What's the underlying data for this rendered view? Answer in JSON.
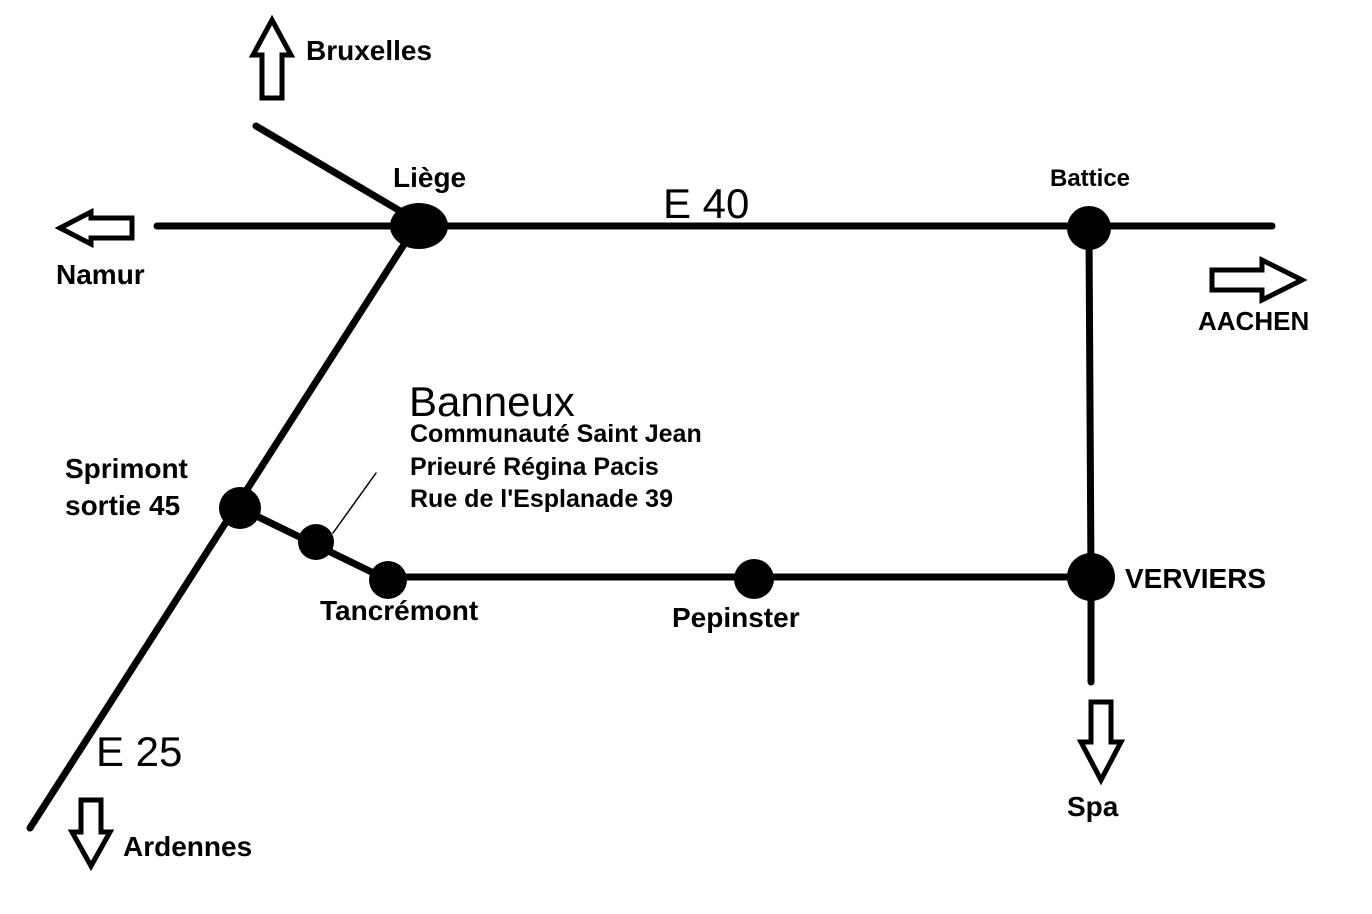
{
  "places": {
    "bruxelles": "Bruxelles",
    "liege": "Liège",
    "battice": "Battice",
    "namur": "Namur",
    "aachen": "AACHEN",
    "sprimont_line1": "Sprimont",
    "sprimont_line2": "sortie 45",
    "tancremont": "Tancrémont",
    "pepinster": "Pepinster",
    "verviers": "VERVIERS",
    "spa": "Spa",
    "ardennes": "Ardennes"
  },
  "roads": {
    "e40": "E 40",
    "e25": "E 25"
  },
  "destination": {
    "name": "Banneux",
    "line1": "Communauté Saint Jean",
    "line2": "Prieuré Régina Pacis",
    "line3": "Rue de l'Esplanade 39"
  },
  "colors": {
    "ink": "#000000",
    "background": "#ffffff"
  }
}
